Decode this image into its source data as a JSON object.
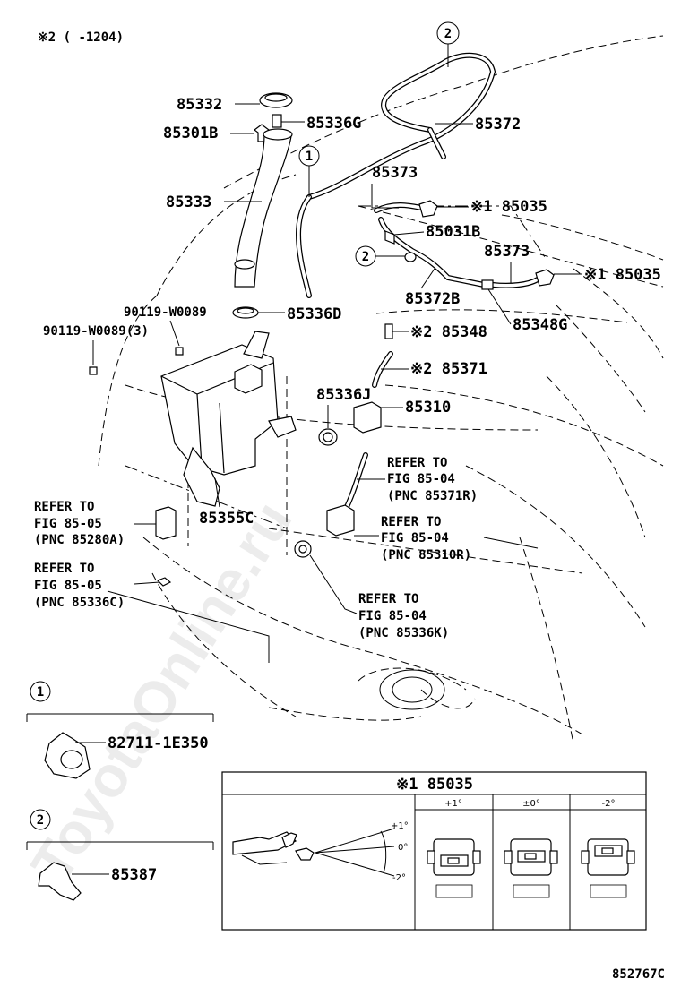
{
  "header_note": "※2 (    -1204)",
  "diagram_code": "852767C",
  "watermark": "ToyotaOnline.ru",
  "parts": {
    "p85332": "85332",
    "p85336G": "85336G",
    "p85301B": "85301B",
    "p85372": "85372",
    "p85333": "85333",
    "p85373a": "85373",
    "p85035a": "※1 85035",
    "p85031B": "85031B",
    "p85373b": "85373",
    "p85035b": "※1 85035",
    "p85372B": "85372B",
    "p85348G": "85348G",
    "p90119a": "90119-W0089",
    "p85336D": "85336D",
    "p90119b": "90119-W0089(3)",
    "p85348": "※2 85348",
    "p85371": "※2 85371",
    "p85336J": "85336J",
    "p85310": "85310",
    "p85355C": "85355C",
    "p82711": "82711-1E350",
    "p85387": "85387"
  },
  "callouts": {
    "c1": "1",
    "c2": "2",
    "d1": "1",
    "d2": "2"
  },
  "refs": {
    "r1": [
      "REFER TO",
      "FIG 85-04",
      "(PNC 85371R)"
    ],
    "r2": [
      "REFER TO",
      "FIG 85-04",
      "(PNC 85310R)"
    ],
    "r3": [
      "REFER TO",
      "FIG 85-05",
      "(PNC 85280A)"
    ],
    "r4": [
      "REFER TO",
      "FIG 85-05",
      "(PNC 85336C)"
    ],
    "r5": [
      "REFER TO",
      "FIG 85-04",
      "(PNC 85336K)"
    ]
  },
  "detail_table": {
    "title": "※1 85035",
    "col1": "+1°",
    "col2": "±0°",
    "col3": "-2°",
    "ang_plus": "+1°",
    "ang_zero": "0°",
    "ang_minus": "-2°"
  }
}
